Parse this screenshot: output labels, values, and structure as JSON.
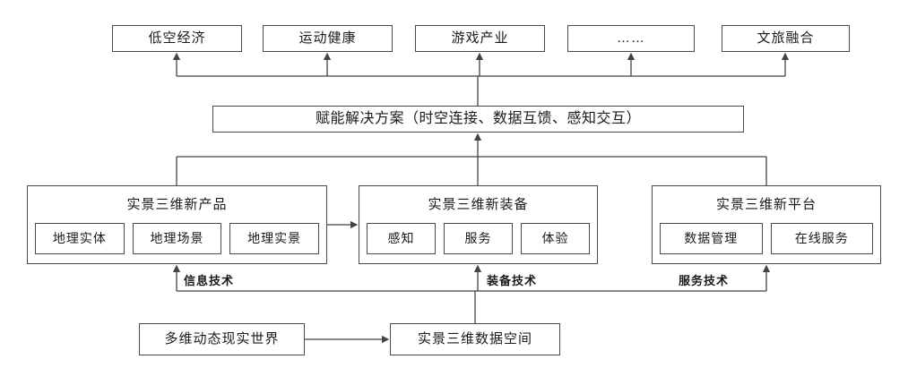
{
  "diagram": {
    "top_row": [
      {
        "label": "低空经济"
      },
      {
        "label": "运动健康"
      },
      {
        "label": "游戏产业"
      },
      {
        "label": "……"
      },
      {
        "label": "文旅融合"
      }
    ],
    "solution_bar": {
      "label": "赋能解决方案（时空连接、数据互馈、感知交互）"
    },
    "middle_groups": [
      {
        "title": "实景三维新产品",
        "items": [
          "地理实体",
          "地理场景",
          "地理实景"
        ]
      },
      {
        "title": "实景三维新装备",
        "items": [
          "感知",
          "服务",
          "体验"
        ]
      },
      {
        "title": "实景三维新平台",
        "items": [
          "数据管理",
          "在线服务"
        ]
      }
    ],
    "tech_labels": [
      "信息技术",
      "装备技术",
      "服务技术"
    ],
    "bottom_row": [
      {
        "label": "多维动态现实世界"
      },
      {
        "label": "实景三维数据空间"
      }
    ],
    "colors": {
      "line": "#444444",
      "border": "#4a4a4a",
      "text": "#1a1a1a",
      "background": "#ffffff"
    }
  }
}
